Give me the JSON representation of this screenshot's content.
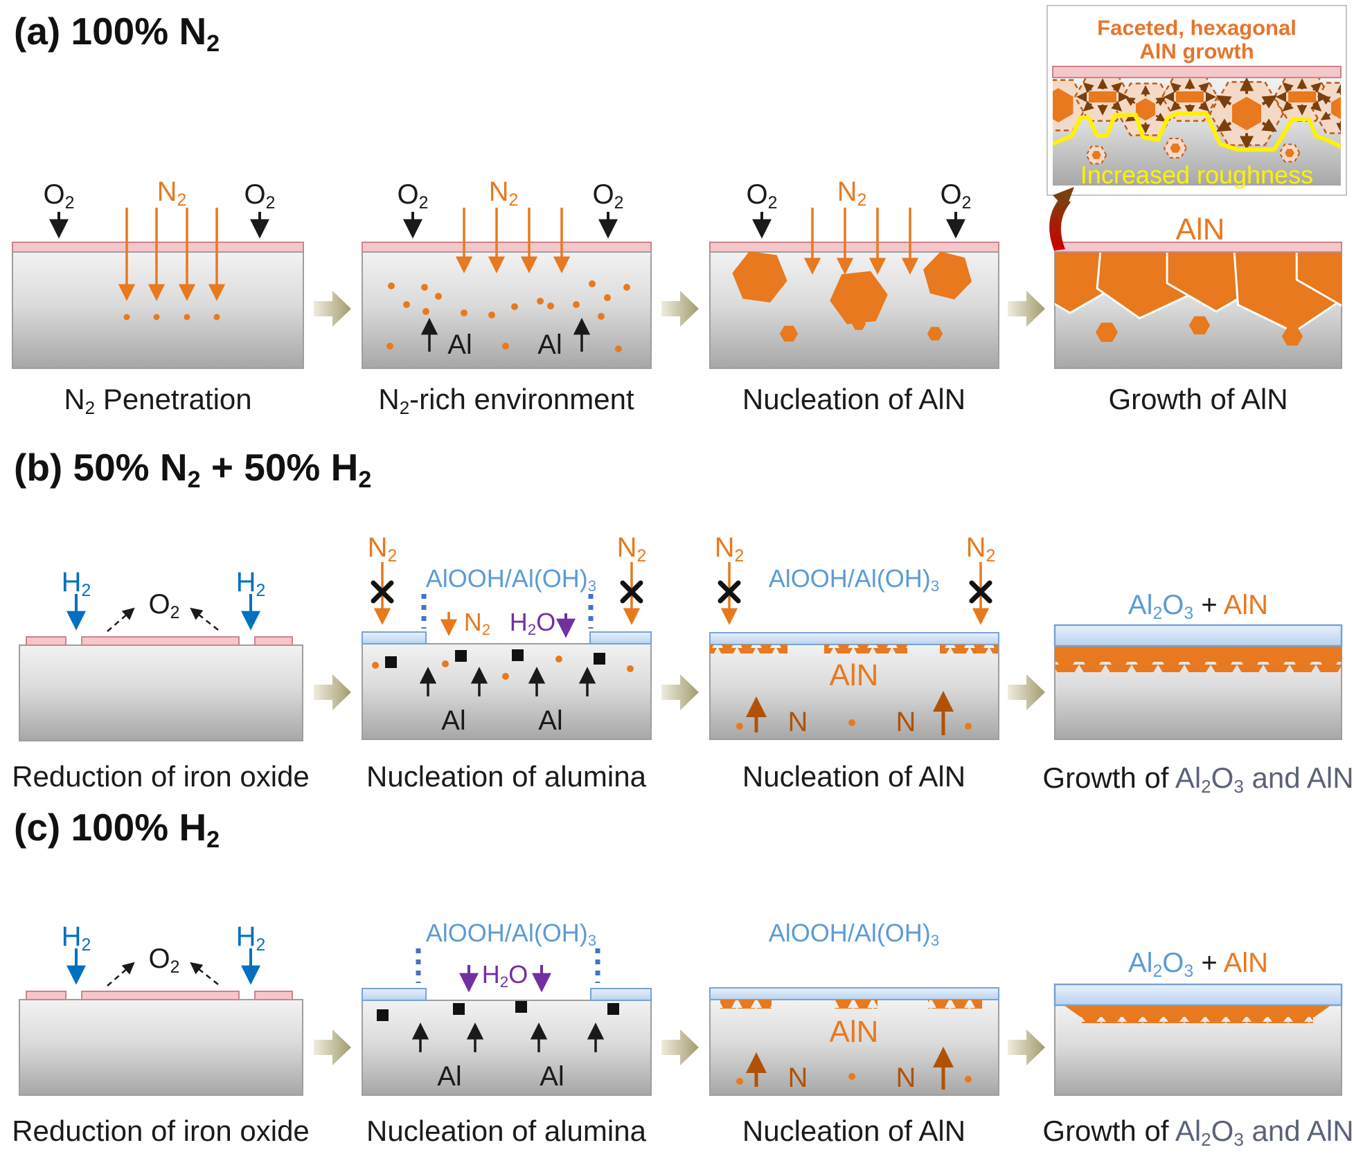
{
  "colors": {
    "black": "#1a1a1a",
    "orange": "#E8791E",
    "dark_orange": "#AF5208",
    "blue": "#5B9BD5",
    "h2_blue": "#0070C0",
    "purple": "#7030A0",
    "slate": "#5A6278",
    "yellow": "#FFF200",
    "pink_fill": "#F4C7CA",
    "pink_border": "#C9858D",
    "blue_layer_border": "#76A3D6",
    "olive_arrow": "#A29B6E",
    "red_callout": "#C00000",
    "brown": "#7B3F0E"
  },
  "titles": {
    "a": [
      {
        "t": "(a) 100% N"
      },
      {
        "t": "2",
        "s": 1
      }
    ],
    "b": [
      {
        "t": "(b) 50% N"
      },
      {
        "t": "2",
        "s": 1
      },
      {
        "t": " + 50% H"
      },
      {
        "t": "2",
        "s": 1
      }
    ],
    "c": [
      {
        "t": "(c) 100% H"
      },
      {
        "t": "2",
        "s": 1
      }
    ]
  },
  "labels": {
    "o2": [
      {
        "t": "O"
      },
      {
        "t": "2",
        "s": 1
      }
    ],
    "n2": [
      {
        "t": "N"
      },
      {
        "t": "2",
        "s": 1
      }
    ],
    "h2": [
      {
        "t": "H"
      },
      {
        "t": "2",
        "s": 1
      }
    ],
    "h2o": [
      {
        "t": "H"
      },
      {
        "t": "2",
        "s": 1
      },
      {
        "t": "O"
      }
    ],
    "alooh": [
      {
        "t": "AlOOH/Al(OH)"
      },
      {
        "t": "3",
        "s": 1
      }
    ],
    "al": "Al",
    "n": "N",
    "aln": "AlN",
    "al2o3_aln": [
      {
        "t": "Al",
        "c": "blue"
      },
      {
        "t": "2",
        "s": 1,
        "c": "blue"
      },
      {
        "t": "O",
        "c": "blue"
      },
      {
        "t": "3",
        "s": 1,
        "c": "blue"
      },
      {
        "t": " + ",
        "c": "black"
      },
      {
        "t": "AlN",
        "c": "orange"
      }
    ]
  },
  "captions": {
    "a1": [
      {
        "t": "N"
      },
      {
        "t": "2",
        "s": 1
      },
      {
        "t": " Penetration"
      }
    ],
    "a2": [
      {
        "t": "N"
      },
      {
        "t": "2",
        "s": 1
      },
      {
        "t": "-rich environment"
      }
    ],
    "a3": "Nucleation of AlN",
    "a4": "Growth of AlN",
    "b1": "Reduction of iron oxide",
    "b2": "Nucleation of alumina",
    "b3": "Nucleation of AlN",
    "b4": [
      {
        "t": "Growth of ",
        "c": "black"
      },
      {
        "t": "Al",
        "c": "slate"
      },
      {
        "t": "2",
        "s": 1,
        "c": "slate"
      },
      {
        "t": "O",
        "c": "slate"
      },
      {
        "t": "3",
        "s": 1,
        "c": "slate"
      },
      {
        "t": " and AlN",
        "c": "slate"
      }
    ],
    "c1": "Reduction of iron oxide",
    "c2": "Nucleation of alumina",
    "c3": "Nucleation of AlN",
    "c4": [
      {
        "t": "Growth of ",
        "c": "black"
      },
      {
        "t": "Al",
        "c": "slate"
      },
      {
        "t": "2",
        "s": 1,
        "c": "slate"
      },
      {
        "t": "O",
        "c": "slate"
      },
      {
        "t": "3",
        "s": 1,
        "c": "slate"
      },
      {
        "t": " and AlN",
        "c": "slate"
      }
    ]
  },
  "inset": {
    "title_line1": "Faceted, hexagonal",
    "title_line2": "AlN growth",
    "roughness": "Increased roughness"
  }
}
